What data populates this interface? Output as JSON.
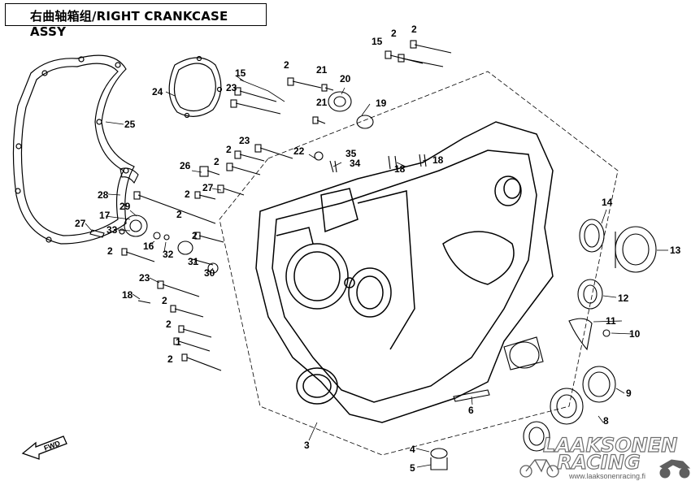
{
  "title": "右曲轴箱组/RIGHT CRANKCASE ASSY",
  "fwd_label": "FWD",
  "callouts": {
    "c1": "1",
    "c2a": "2",
    "c2b": "2",
    "c2c": "2",
    "c2d": "2",
    "c2e": "2",
    "c2f": "2",
    "c2g": "2",
    "c2h": "2",
    "c2i": "2",
    "c2j": "2",
    "c2k": "2",
    "c3": "3",
    "c4": "4",
    "c5": "5",
    "c6": "6",
    "c8": "8",
    "c9": "9",
    "c10": "10",
    "c11": "11",
    "c12": "12",
    "c13": "13",
    "c14": "14",
    "c15a": "15",
    "c15b": "15",
    "c16": "16",
    "c17": "17",
    "c18a": "18",
    "c18b": "18",
    "c18c": "18",
    "c19": "19",
    "c20": "20",
    "c21a": "21",
    "c21b": "21",
    "c22": "22",
    "c23a": "23",
    "c23b": "23",
    "c23c": "23",
    "c24": "24",
    "c25": "25",
    "c26": "26",
    "c27a": "27",
    "c27b": "27",
    "c28": "28",
    "c29": "29",
    "c30": "30",
    "c31": "31",
    "c32": "32",
    "c33": "33",
    "c34": "34",
    "c35": "35"
  },
  "watermark": {
    "line1": "LAAKSONEN",
    "line2": "RACING",
    "url": "www.laaksonenracing.fi"
  }
}
